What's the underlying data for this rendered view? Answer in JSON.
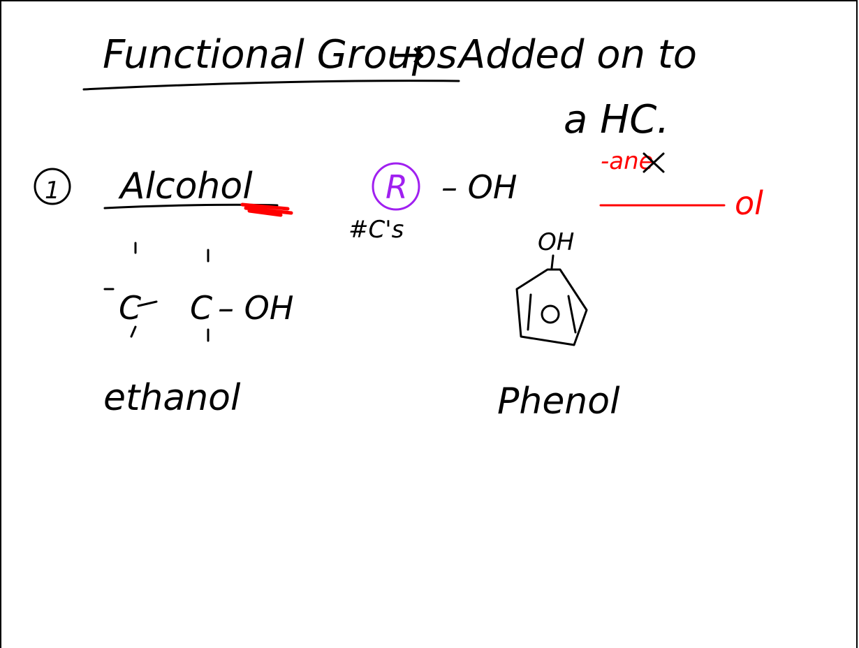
{
  "title": {
    "main": "Functional Groups",
    "arrow": "→",
    "note_line1": "Added on to",
    "note_line2": "a HC."
  },
  "section": {
    "number": "1",
    "heading": "Alcohol"
  },
  "general_formula": {
    "r_group": "R",
    "bond": "– OH",
    "r_note": "#C's"
  },
  "naming_rule": {
    "old_suffix": "-ane",
    "new_suffix": "ol"
  },
  "example_ethanol": {
    "atom1": "C",
    "atom2": "C",
    "group": "– OH",
    "name": "ethanol"
  },
  "example_phenol": {
    "group": "OH",
    "name": "Phenol"
  },
  "colors": {
    "ink": "#000000",
    "red_ink": "#ff0000",
    "purple_ink": "#a020f0",
    "background": "#ffffff"
  }
}
